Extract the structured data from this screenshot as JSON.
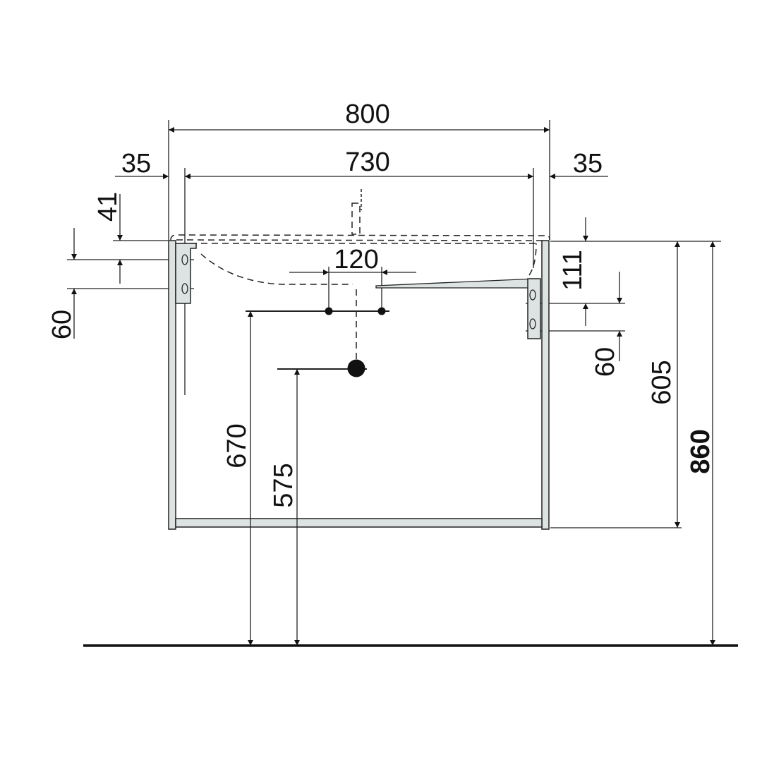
{
  "drawing": {
    "units": "mm",
    "dimensions": {
      "overall_width": "800",
      "inner_width": "730",
      "left_offset": "35",
      "right_offset": "35",
      "top_to_bracket_hole": "41",
      "left_bracket_hole_spacing": "60",
      "tap_hole_spacing": "120",
      "right_top_to_bracket_hole": "111",
      "right_bracket_hole_spacing": "60",
      "cabinet_height": "605",
      "total_height": "860",
      "tap_connection_height": "670",
      "drain_height": "575"
    }
  }
}
